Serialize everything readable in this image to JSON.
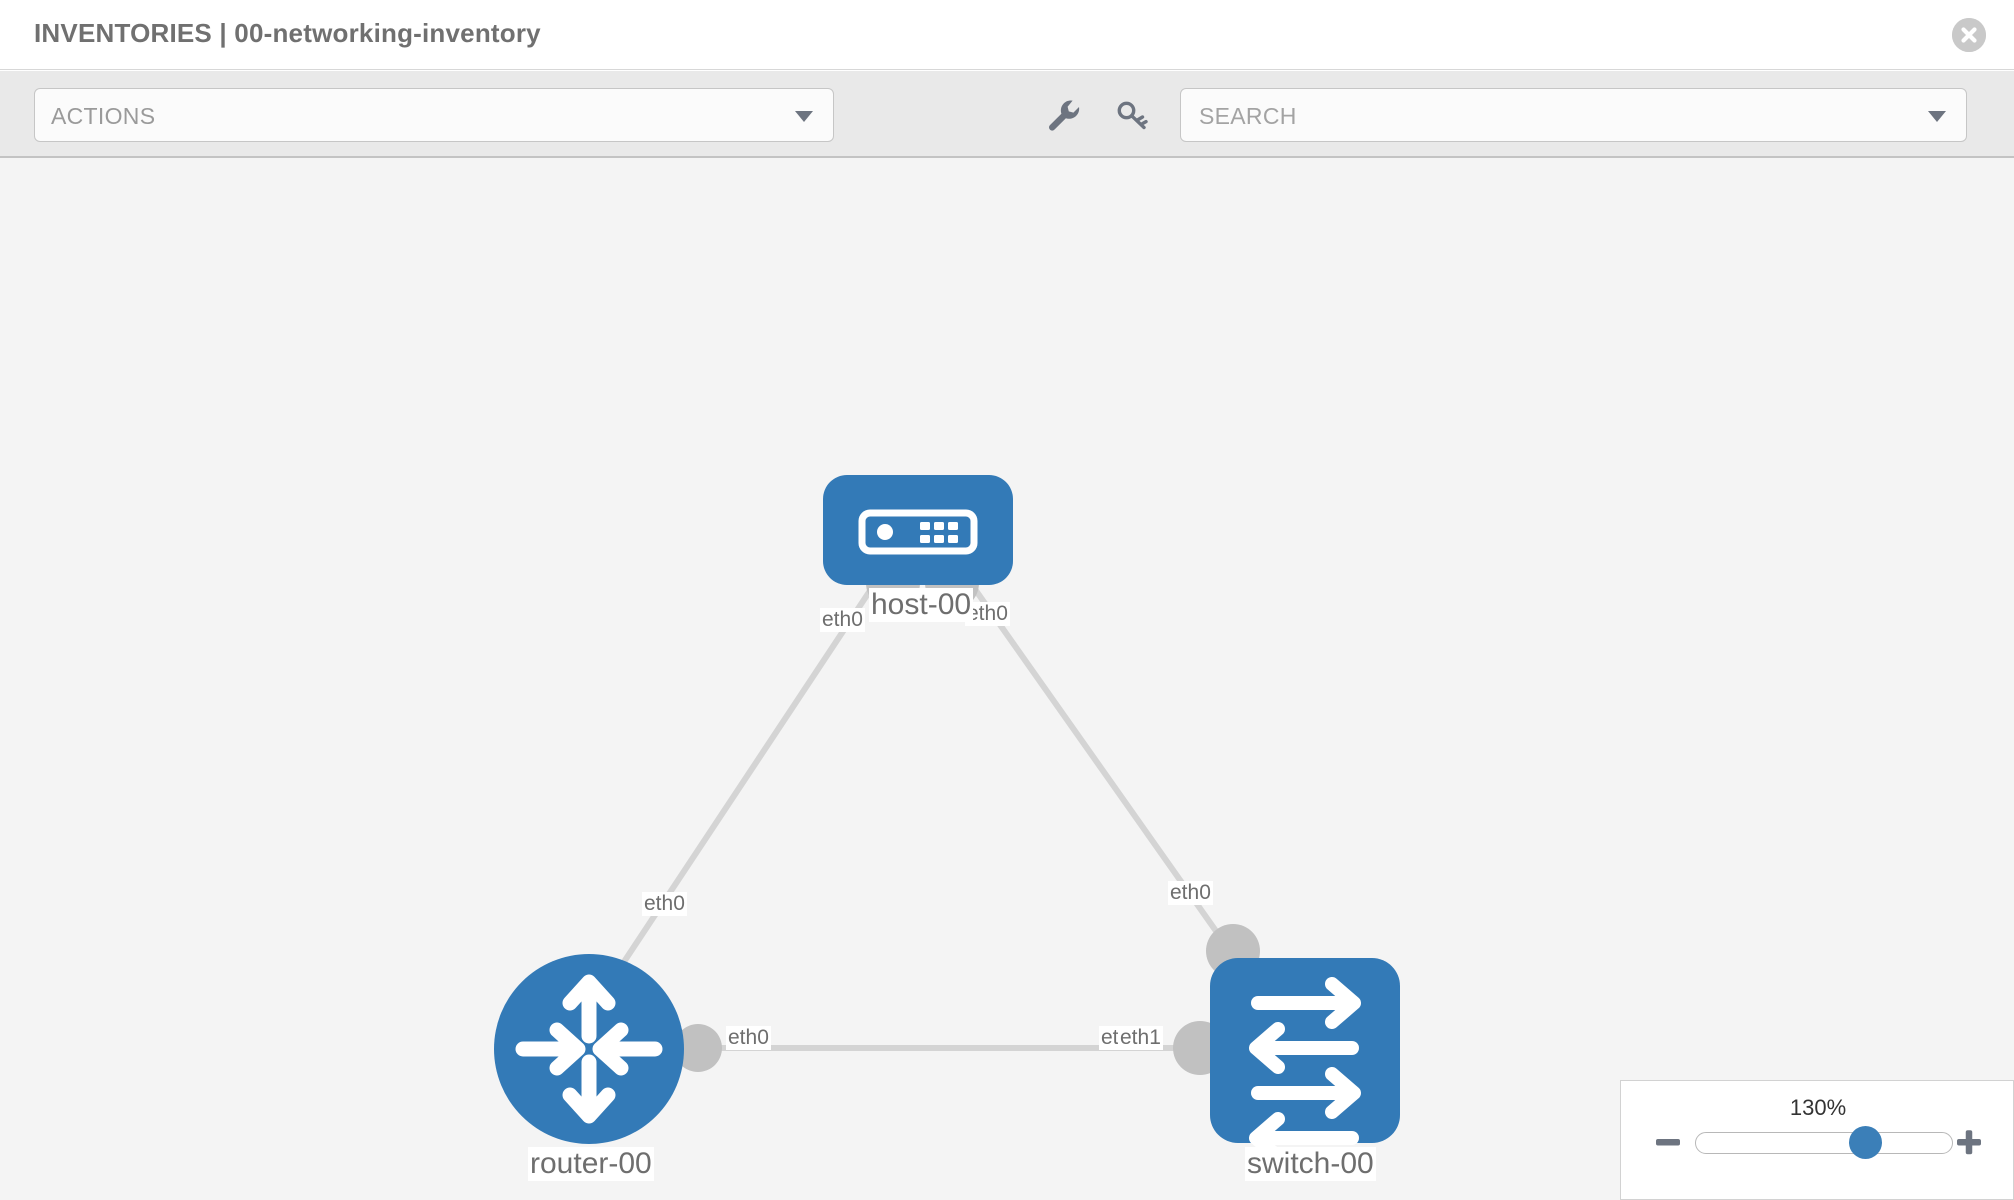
{
  "header": {
    "title": "INVENTORIES | 00-networking-inventory",
    "close_icon": "close-circle-icon"
  },
  "toolbar": {
    "actions_label": "ACTIONS",
    "actions_caret_icon": "chevron-down-icon",
    "wrench_icon": "wrench-icon",
    "key_icon": "key-icon",
    "search_placeholder": "SEARCH",
    "search_value": "",
    "search_caret_icon": "chevron-down-icon"
  },
  "topology": {
    "nodes": [
      {
        "id": "host-00",
        "label": "host-00",
        "type": "host",
        "icon": "server-icon",
        "shape": "rounded-rect",
        "color": "#337ab7"
      },
      {
        "id": "router-00",
        "label": "router-00",
        "type": "router",
        "icon": "router-icon",
        "shape": "circle",
        "color": "#337ab7"
      },
      {
        "id": "switch-00",
        "label": "switch-00",
        "type": "switch",
        "icon": "switch-icon",
        "shape": "rounded-rect",
        "color": "#337ab7"
      }
    ],
    "links": [
      {
        "source": "host-00",
        "target": "router-00",
        "source_interface": "eth0",
        "target_interface": "eth0"
      },
      {
        "source": "host-00",
        "target": "switch-00",
        "source_interface": "eth0",
        "target_interface": "eth0"
      },
      {
        "source": "router-00",
        "target": "switch-00",
        "source_interface": "eth0",
        "target_interface": "eth1"
      }
    ],
    "edge_labels": {
      "host_left": "eth0",
      "host_right": "eth0",
      "router_up": "eth0",
      "switch_up": "eth0",
      "router_right": "eth0",
      "switch_left_a": "eth0",
      "switch_left_b": "eth1"
    },
    "colors": {
      "node_blue": "#337ab7",
      "edge_gray": "#d2d2d2",
      "connector_gray": "#c0c0c0",
      "label_text": "#6e6e6e",
      "canvas_bg": "#f4f4f4"
    }
  },
  "zoom_control": {
    "level": "130%",
    "minus_icon": "minus-icon",
    "plus_icon": "plus-icon",
    "slider_value": 62
  }
}
